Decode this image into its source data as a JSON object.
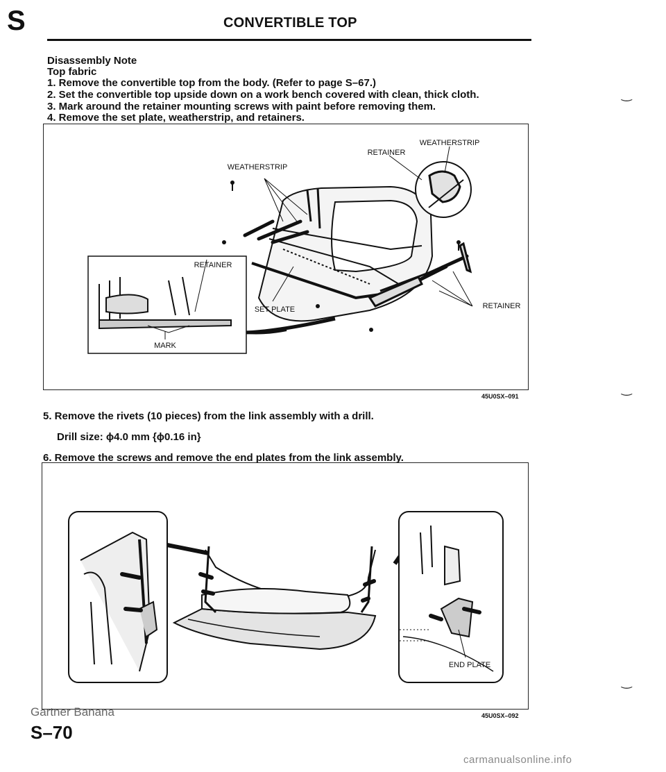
{
  "header": {
    "section_letter": "S",
    "title": "CONVERTIBLE TOP"
  },
  "notes": {
    "heading": "Disassembly Note",
    "subheading": "Top fabric",
    "steps_a": [
      "1. Remove the convertible top from the body. (Refer to page S–67.)",
      "2. Set the convertible top upside down on a work bench covered with clean, thick cloth.",
      "3. Mark around the retainer mounting screws with paint before removing them.",
      "4. Remove the set plate, weatherstrip, and retainers."
    ],
    "step_5": "5. Remove the rivets (10 pieces) from the link assembly with a drill.",
    "drill_size": "Drill size: ϕ4.0 mm {ϕ0.16 in}",
    "step_6": "6. Remove the screws and remove the end plates from the link assembly."
  },
  "figure1": {
    "labels": {
      "weatherstrip_top": "WEATHERSTRIP",
      "retainer_top": "RETAINER",
      "weatherstrip_mid": "WEATHERSTRIP",
      "retainer_inset": "RETAINER",
      "set_plate": "SET PLATE",
      "retainer_right": "RETAINER",
      "mark": "MARK"
    },
    "code": "45U0SX–091"
  },
  "figure2": {
    "labels": {
      "end_plate": "END PLATE"
    },
    "code": "45U0SX–092"
  },
  "footer": {
    "watermark": "Gartner Banana",
    "page_number": "S–70",
    "site": "carmanualsonline.info"
  }
}
